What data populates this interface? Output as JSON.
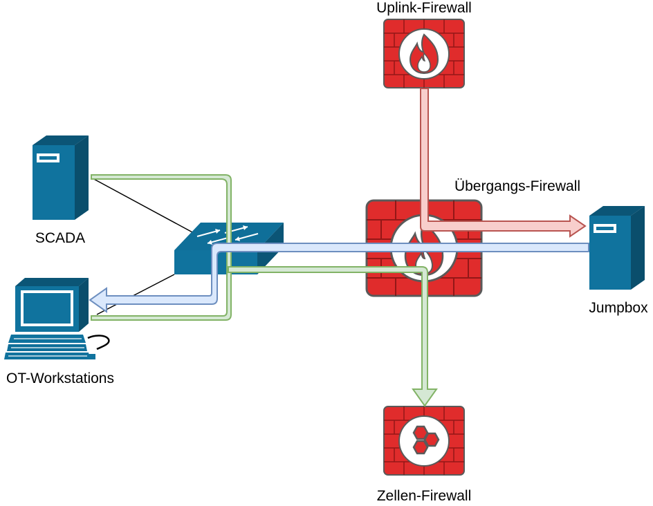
{
  "nodes": {
    "uplink_firewall": {
      "label": "Uplink-Firewall",
      "icon": "firewall-flame-icon"
    },
    "transition_firewall": {
      "label": "Übergangs-Firewall",
      "icon": "firewall-flame-icon"
    },
    "cell_firewall": {
      "label": "Zellen-Firewall",
      "icon": "firewall-hexagon-icon"
    },
    "scada": {
      "label": "SCADA",
      "icon": "server-tower-icon"
    },
    "ot_workstations": {
      "label": "OT-Workstations",
      "icon": "workstation-icon"
    },
    "jumpbox": {
      "label": "Jumpbox",
      "icon": "server-tower-icon"
    },
    "switch": {
      "label": "",
      "icon": "network-switch-icon"
    }
  },
  "flows": [
    {
      "id": "uplink-to-jumpbox",
      "from": "uplink_firewall",
      "to": "jumpbox",
      "color": "#f8cecc",
      "stroke": "#b85450"
    },
    {
      "id": "jumpbox-to-ot",
      "from": "jumpbox",
      "to": "ot_workstations",
      "color": "#dae8fc",
      "stroke": "#6c8ebf"
    },
    {
      "id": "scada-ot-to-cell",
      "from": "scada",
      "to": "cell_firewall",
      "color": "#d5e8d4",
      "stroke": "#82b366"
    }
  ],
  "colors": {
    "firewall_red": "#e02c2c",
    "device_blue": "#10739e",
    "flow_red": "#f8cecc",
    "flow_blue": "#dae8fc",
    "flow_green": "#d5e8d4"
  }
}
